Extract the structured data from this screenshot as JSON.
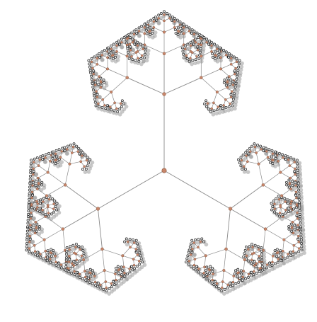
{
  "diagram": {
    "type": "fractal-tree",
    "branching_factor": 3,
    "depth": 6,
    "branch_ratio": 0.53,
    "angles_deg": [
      -90,
      30,
      150
    ],
    "edge_color": "#8a8a8a",
    "leaf_edge_color": "#555555",
    "internal_node_fill": "#c8866a",
    "internal_node_stroke": "#8b5a44",
    "leaf_node_fill": "#e6e6e6",
    "leaf_node_stroke": "#222222",
    "shadow_color": "#9a9a9a"
  }
}
